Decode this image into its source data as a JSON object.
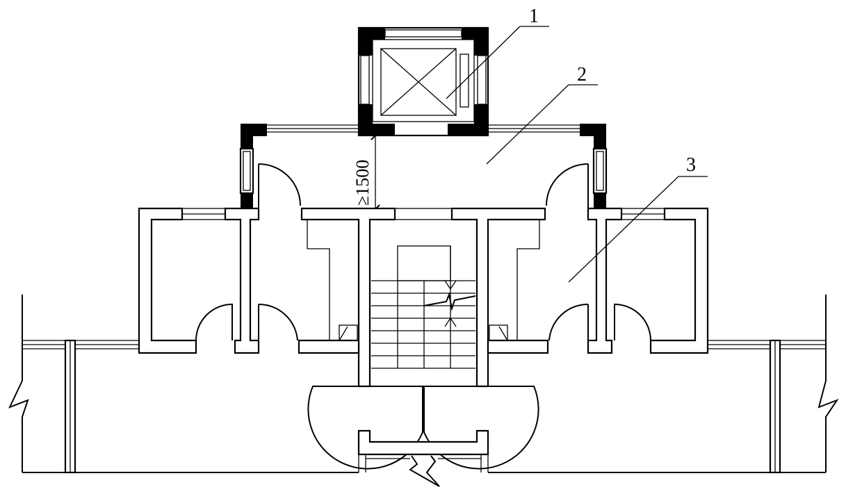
{
  "labels": {
    "elevator": "1",
    "elevator_lobby": "2",
    "entrance_hall": "3"
  },
  "dimension": {
    "value": "≥1500"
  }
}
